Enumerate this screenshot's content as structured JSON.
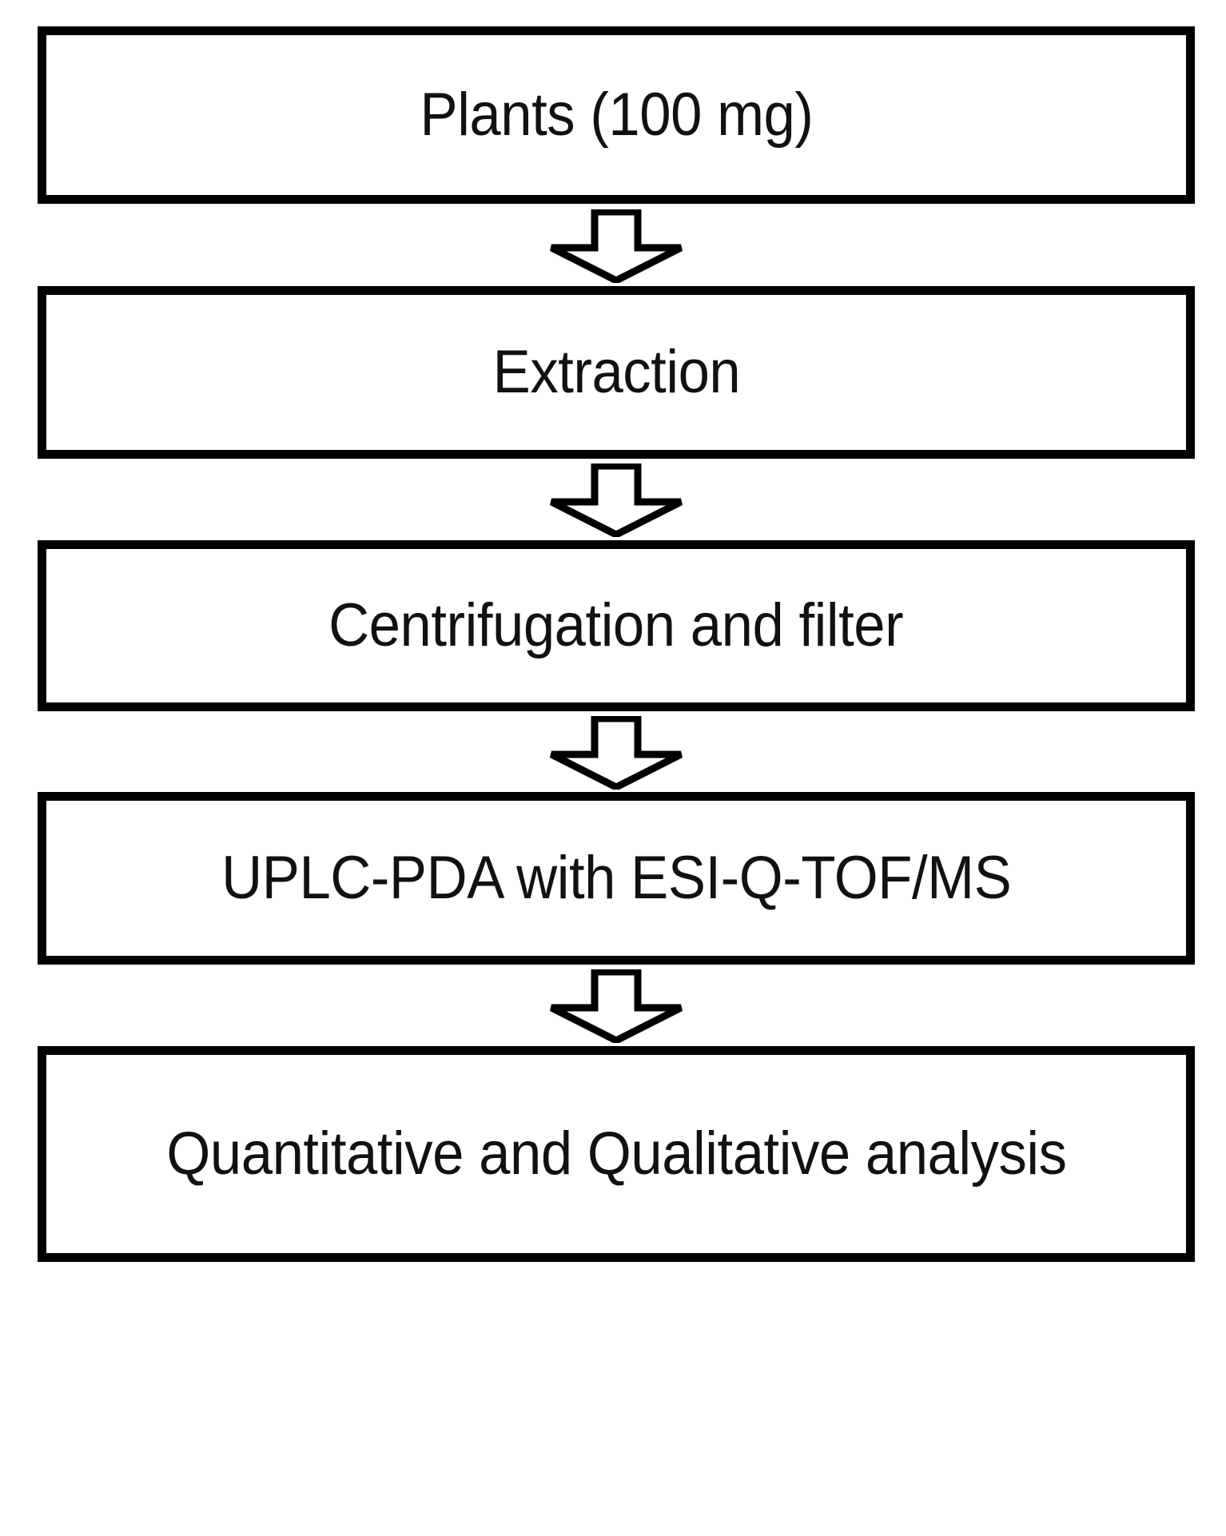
{
  "diagram": {
    "type": "flowchart",
    "orientation": "vertical",
    "title": "",
    "colors": {
      "box_border": "#000000",
      "box_fill": "#ffffff",
      "text": "#111111",
      "arrow_stroke": "#000000",
      "arrow_fill": "#ffffff",
      "background": "#ffffff"
    },
    "steps": [
      {
        "id": "step-1",
        "label": "Plants (100 mg)"
      },
      {
        "id": "step-2",
        "label": "Extraction"
      },
      {
        "id": "step-3",
        "label": "Centrifugation and filter"
      },
      {
        "id": "step-4",
        "label": "UPLC-PDA with ESI-Q-TOF/MS"
      },
      {
        "id": "step-5",
        "label": "Quantitative and Qualitative analysis"
      }
    ],
    "connectors": [
      {
        "id": "connector-1",
        "icon": "down-arrow-icon",
        "from": "step-1",
        "to": "step-2"
      },
      {
        "id": "connector-2",
        "icon": "down-arrow-icon",
        "from": "step-2",
        "to": "step-3"
      },
      {
        "id": "connector-3",
        "icon": "down-arrow-icon",
        "from": "step-3",
        "to": "step-4"
      },
      {
        "id": "connector-4",
        "icon": "down-arrow-icon",
        "from": "step-4",
        "to": "step-5"
      }
    ]
  }
}
